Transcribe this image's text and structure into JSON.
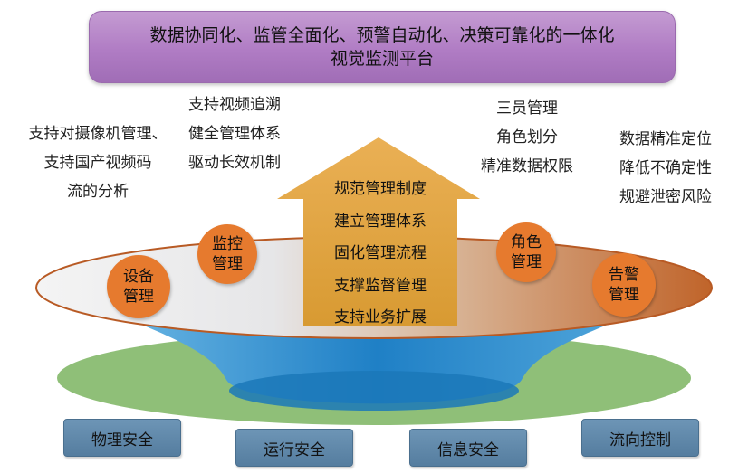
{
  "title": {
    "line1": "数据协同化、监管全面化、预警自动化、决策可靠化的一体化",
    "line2": "视觉监测平台"
  },
  "left_text": [
    "支持对摄像机管理、",
    "支持国产视频码",
    "流的分析"
  ],
  "upper_left_text": [
    "支持视频追溯",
    "健全管理体系",
    "驱动长效机制"
  ],
  "upper_right_text": [
    "三员管理",
    "角色划分",
    "精准数据权限"
  ],
  "right_text": [
    "数据精准定位",
    "降低不确定性",
    "规避泄密风险"
  ],
  "arrow_items": [
    "规范管理制度",
    "建立管理体系",
    "固化管理流程",
    "支撑监督管理",
    "支持业务扩展"
  ],
  "circles": {
    "device": [
      "设备",
      "管理"
    ],
    "monitor": [
      "监控",
      "管理"
    ],
    "role": [
      "角色",
      "管理"
    ],
    "alarm": [
      "告警",
      "管理"
    ]
  },
  "security": [
    "物理安全",
    "运行安全",
    "信息安全",
    "流向控制"
  ],
  "colors": {
    "title_bg": "#b07cc4",
    "circle": "#e67a2e",
    "arrow": "#e8a83c",
    "base_ellipse": "#8fbf78",
    "funnel": "#2e8bcc",
    "button": "#5f88aa"
  }
}
